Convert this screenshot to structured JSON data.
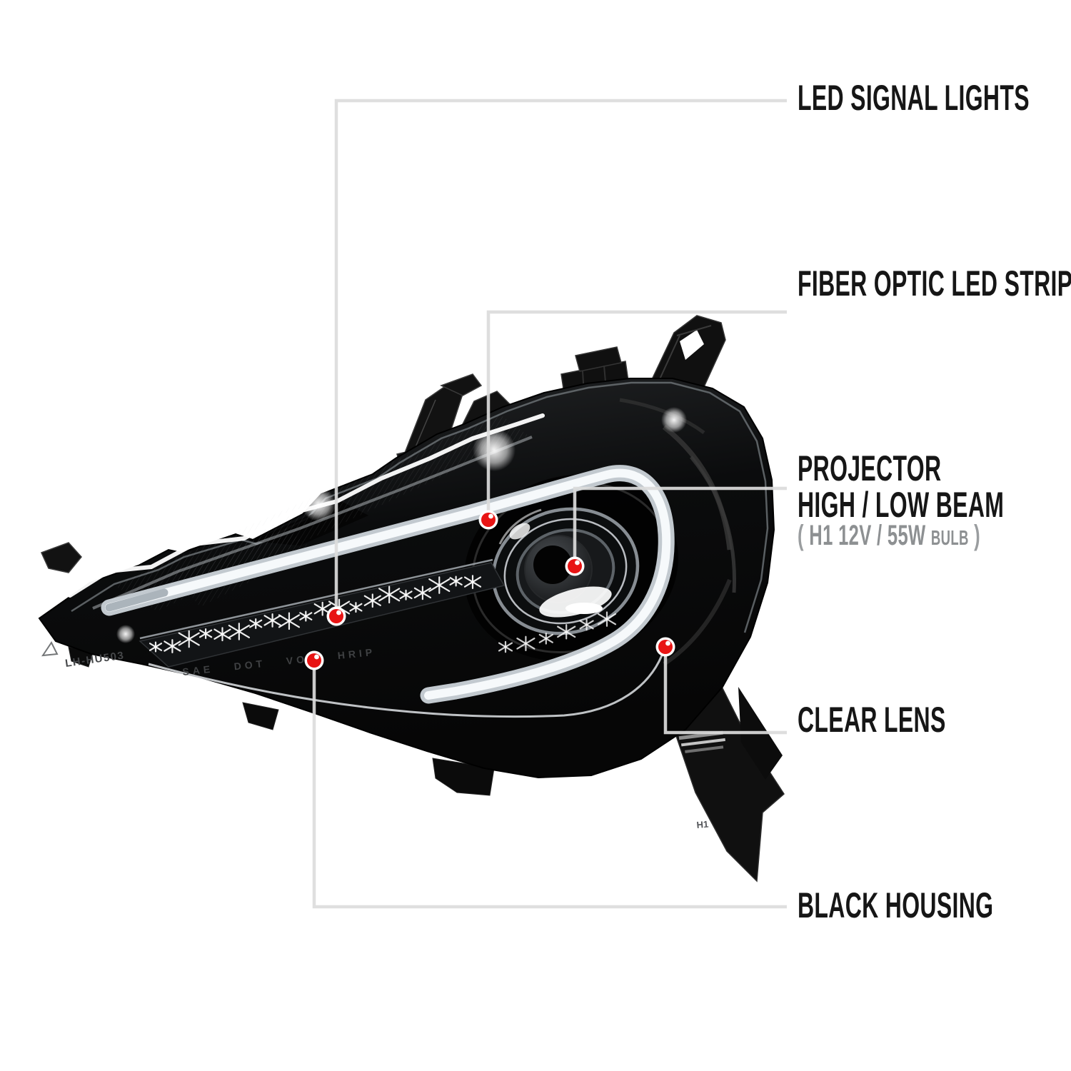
{
  "diagram": {
    "type": "annotated product callout diagram",
    "subject": "black housing projector headlight (driver side)",
    "colors": {
      "background": "#ffffff",
      "label_text": "#161616",
      "spec_text": "#8d9092",
      "callout_line": "#dcdcdc",
      "marker_red": "#e81414",
      "housing_black": "#0a0a0a",
      "led_tube_white": "#f6f9fb"
    },
    "labels": {
      "led_signal": "LED SIGNAL LIGHTS",
      "fiber_optic": "FIBER OPTIC LED STRIP",
      "projector_line1": "PROJECTOR",
      "projector_line2": "HIGH / LOW BEAM",
      "spec_open": "( ",
      "spec_main": "H1  12V / 55W ",
      "spec_small": "BULB",
      "spec_close": " )",
      "clear_lens": "CLEAR LENS",
      "black_housing": "BLACK HOUSING"
    },
    "housing_markings": {
      "part_number": "LH-HU503",
      "certifications": "SAE DOT VOL HRIP",
      "bulb_type": "H1"
    }
  }
}
